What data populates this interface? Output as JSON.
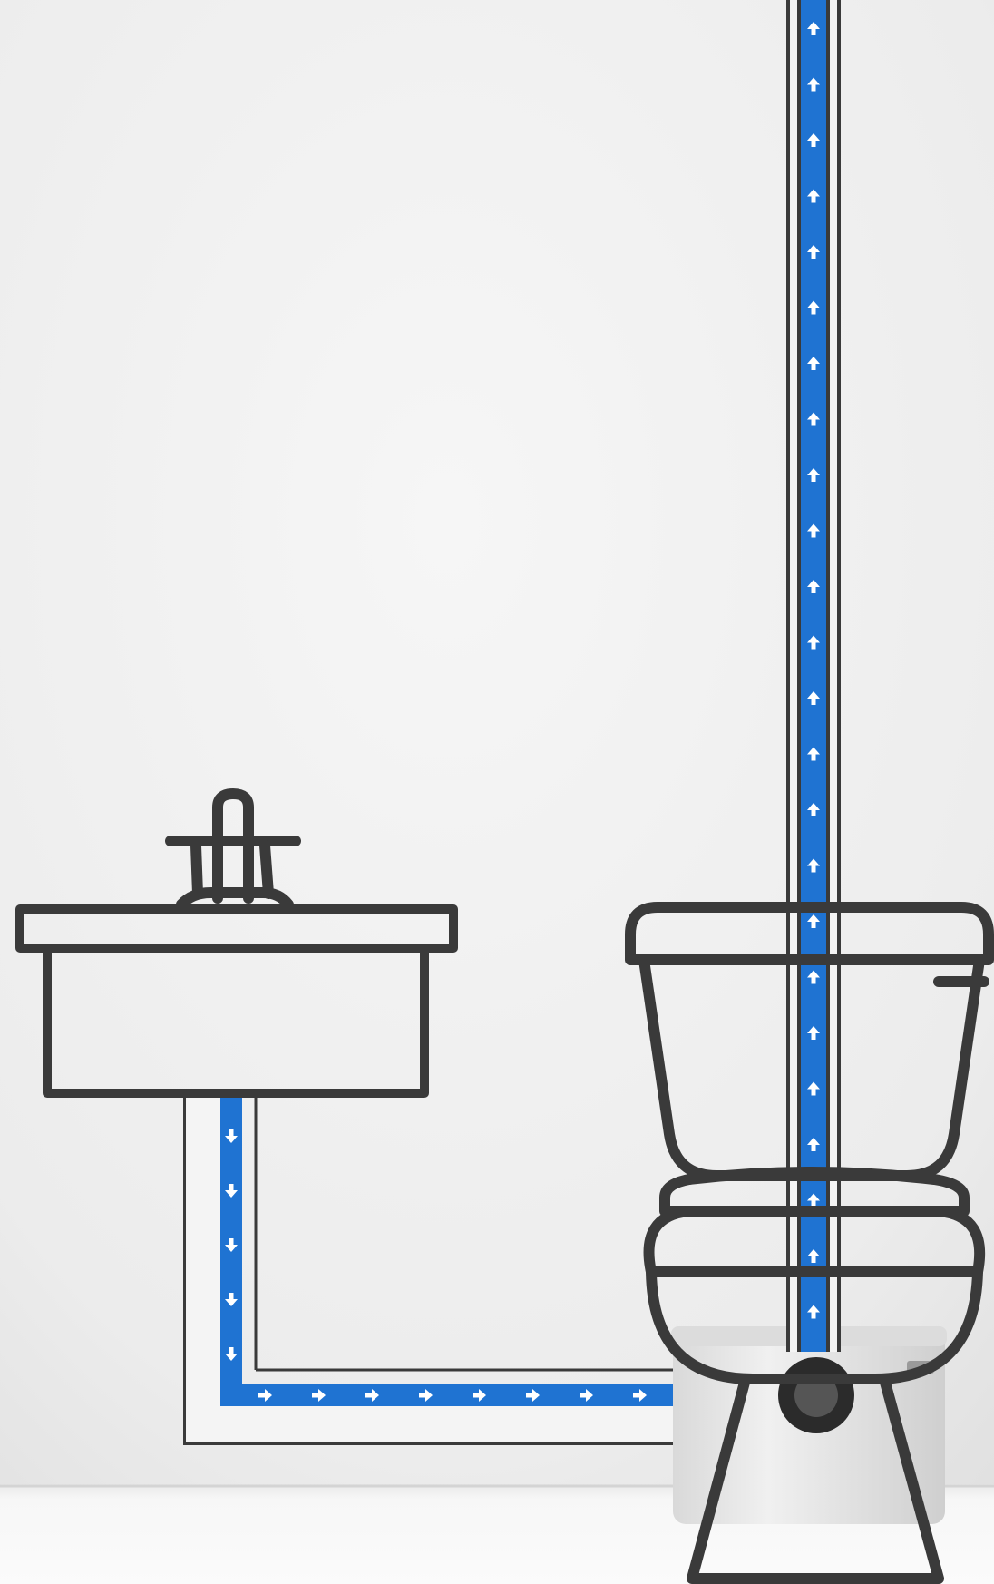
{
  "colors": {
    "wall": "#eeeeee",
    "floor": "#f6f6f6",
    "outline": "#3a3a3a",
    "pipe_flow": "#1f73d2",
    "arrow": "#ffffff",
    "pump_unit": "#e7e7e7",
    "pump_port": "#2b2b2b"
  },
  "icons": {
    "sink": "sink-icon",
    "faucet": "faucet-icon",
    "toilet": "toilet-icon",
    "macerator_pump": "macerator-pump-icon",
    "flow_arrow": "arrow-icon"
  },
  "flows": {
    "sink_drain_down": "down",
    "sink_drain_horizontal": "right",
    "discharge_riser": "up"
  }
}
